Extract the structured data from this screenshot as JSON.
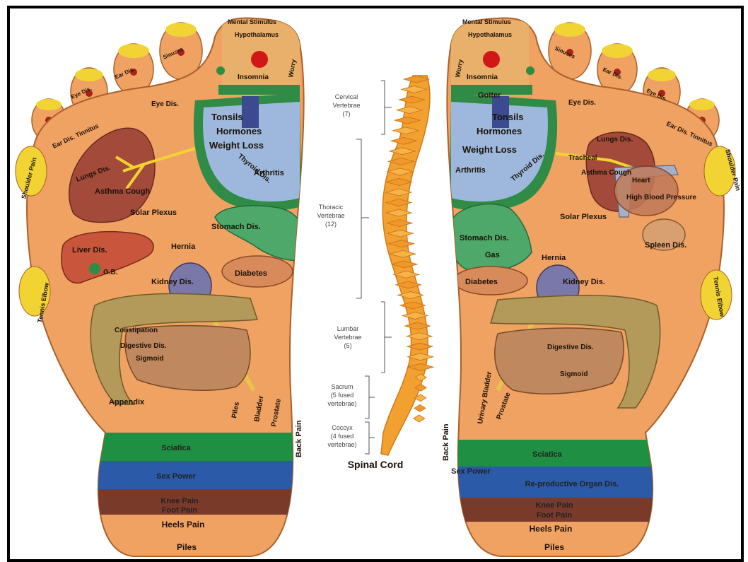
{
  "colors": {
    "skin": "#f0a262",
    "skin_dark": "#d9823e",
    "brain": "#e8b06a",
    "lung": "#a34a3a",
    "blue_area": "#9db8dc",
    "green_ring": "#2f8b45",
    "stomach": "#4ea86a",
    "kidney": "#7a78a8",
    "intestine": "#c0885e",
    "colon": "#b39a5a",
    "liver": "#c8553c",
    "sciatic": "#1f8f44",
    "sex": "#2a5aa8",
    "knee": "#7a3a2a",
    "spine": "#f2a030",
    "yellow": "#f1d434",
    "red": "#d01818"
  },
  "left_foot": {
    "toes": [
      "Mental Stimulus",
      "Hypothalamus",
      "Insomnia",
      "Worry",
      "Sinuses",
      "Ear Dis.",
      "Eye Dis."
    ],
    "labels": {
      "shoulder": "Shoulder Pain",
      "ear_tinnitus": "Ear Dis. Tinnitus",
      "eye": "Eye Dis.",
      "tonsils": "Tonsils",
      "hormones": "Hormones",
      "weight_loss": "Weight Loss",
      "thyroid": "Thyroid Dis.",
      "arthritis": "Arthritis",
      "lungs": "Lungs Dis.",
      "asthma": "Asthma Cough",
      "solar": "Solar Plexus",
      "stomach": "Stomach Dis.",
      "liver": "Liver Dis.",
      "gb": "G.B.",
      "hernia": "Hernia",
      "kidney": "Kidney Dis.",
      "diabetes": "Diabetes",
      "tennis": "Tennis Elbow",
      "constipation": "Constipation",
      "digestive": "Digestive Dis.",
      "sigmoid": "Sigmoid",
      "appendix": "Appendix",
      "piles": "Piles",
      "bladder": "Bladder",
      "prostate": "Prostate",
      "back_pain": "Back Pain",
      "sciatica": "Sciatica",
      "sex_power": "Sex Power",
      "knee": "Knee Pain",
      "foot_pain": "Foot Pain",
      "heels": "Heels Pain",
      "piles_bottom": "Piles"
    }
  },
  "right_foot": {
    "toes": [
      "Mental Stimulus",
      "Hypothalamus",
      "Insomnia",
      "Worry",
      "Sinuses",
      "Ear Dis.",
      "Eye Dis."
    ],
    "labels": {
      "shoulder": "Shoulder Pain",
      "ear_tinnitus": "Ear Dis. Tinnitus",
      "eye": "Eye Dis.",
      "goiter": "Goiter",
      "tonsils": "Tonsils",
      "hormones": "Hormones",
      "weight_loss": "Weight Loss",
      "thyroid": "Thyroid Dis.",
      "arthritis": "Arthritis",
      "lungs": "Lungs Dis.",
      "tracheal": "Tracheal",
      "asthma": "Asthma Cough",
      "heart": "Heart",
      "bp": "High Blood Pressure",
      "solar": "Solar Plexus",
      "stomach": "Stomach Dis.",
      "gas": "Gas",
      "hernia": "Hernia",
      "spleen": "Spleen Dis.",
      "diabetes": "Diabetes",
      "kidney": "Kidney Dis.",
      "tennis": "Tennis Elbow",
      "digestive": "Digestive Dis.",
      "sigmoid": "Sigmoid",
      "bladder": "Urinary Bladder",
      "prostate": "Prostate",
      "back_pain": "Back Pain",
      "sciatica": "Sciatica",
      "sex_power": "Sex Power",
      "reproductive": "Re-productive Organ Dis.",
      "knee": "Knee Pain",
      "foot_pain": "Foot Pain",
      "heels": "Heels Pain",
      "piles": "Piles"
    }
  },
  "spine": {
    "cervical": [
      "Cervical",
      "Vertebrae",
      "(7)"
    ],
    "thoracic": [
      "Thoracic",
      "Vertebrae",
      "(12)"
    ],
    "lumbar": [
      "Lumbar",
      "Vertebrae",
      "(5)"
    ],
    "sacrum": [
      "Sacrum",
      "(5 fused",
      "vertebrae)"
    ],
    "coccyx": [
      "Coccyx",
      "(4 fused",
      "vertebrae)"
    ],
    "title": "Spinal Cord"
  }
}
